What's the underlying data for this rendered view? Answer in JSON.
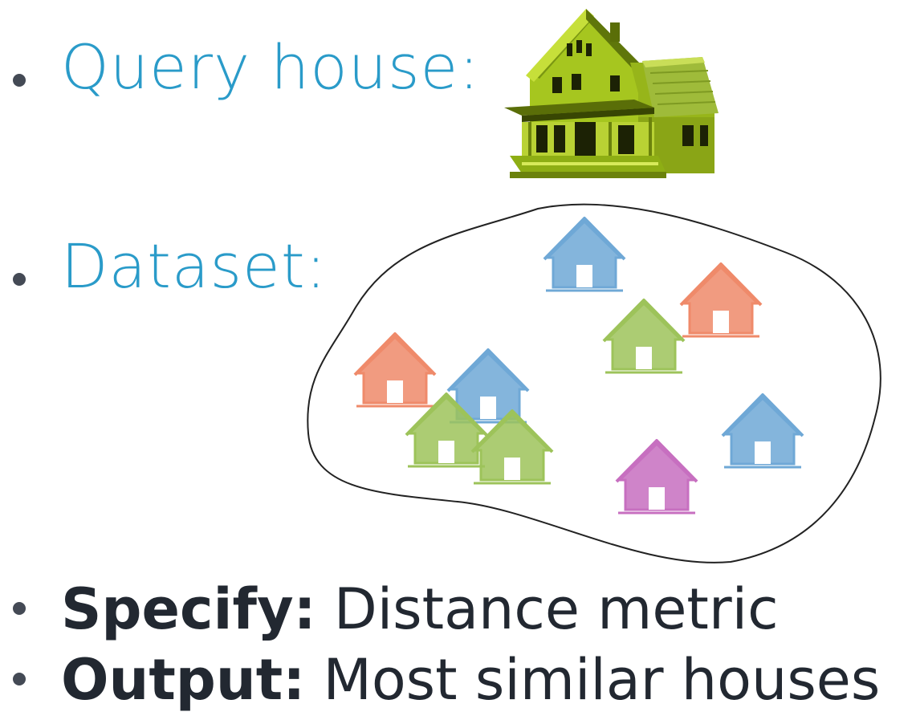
{
  "bullets": {
    "query_label": "Query house:",
    "dataset_label": "Dataset:",
    "specify_bold": "Specify:",
    "specify_text": " Distance metric",
    "output_bold": "Output:",
    "output_text": " Most similar houses"
  },
  "colors": {
    "label_blue": "#2a9bc9",
    "query_house_green": "#a4c41e",
    "house_blue": "#6fa8d6",
    "house_orange": "#ef8a6a",
    "house_green": "#9dc35a",
    "house_purple": "#c76fc0"
  },
  "icons": {
    "query_house": "house-3d-icon",
    "dataset_house": "house-sketch-icon"
  }
}
